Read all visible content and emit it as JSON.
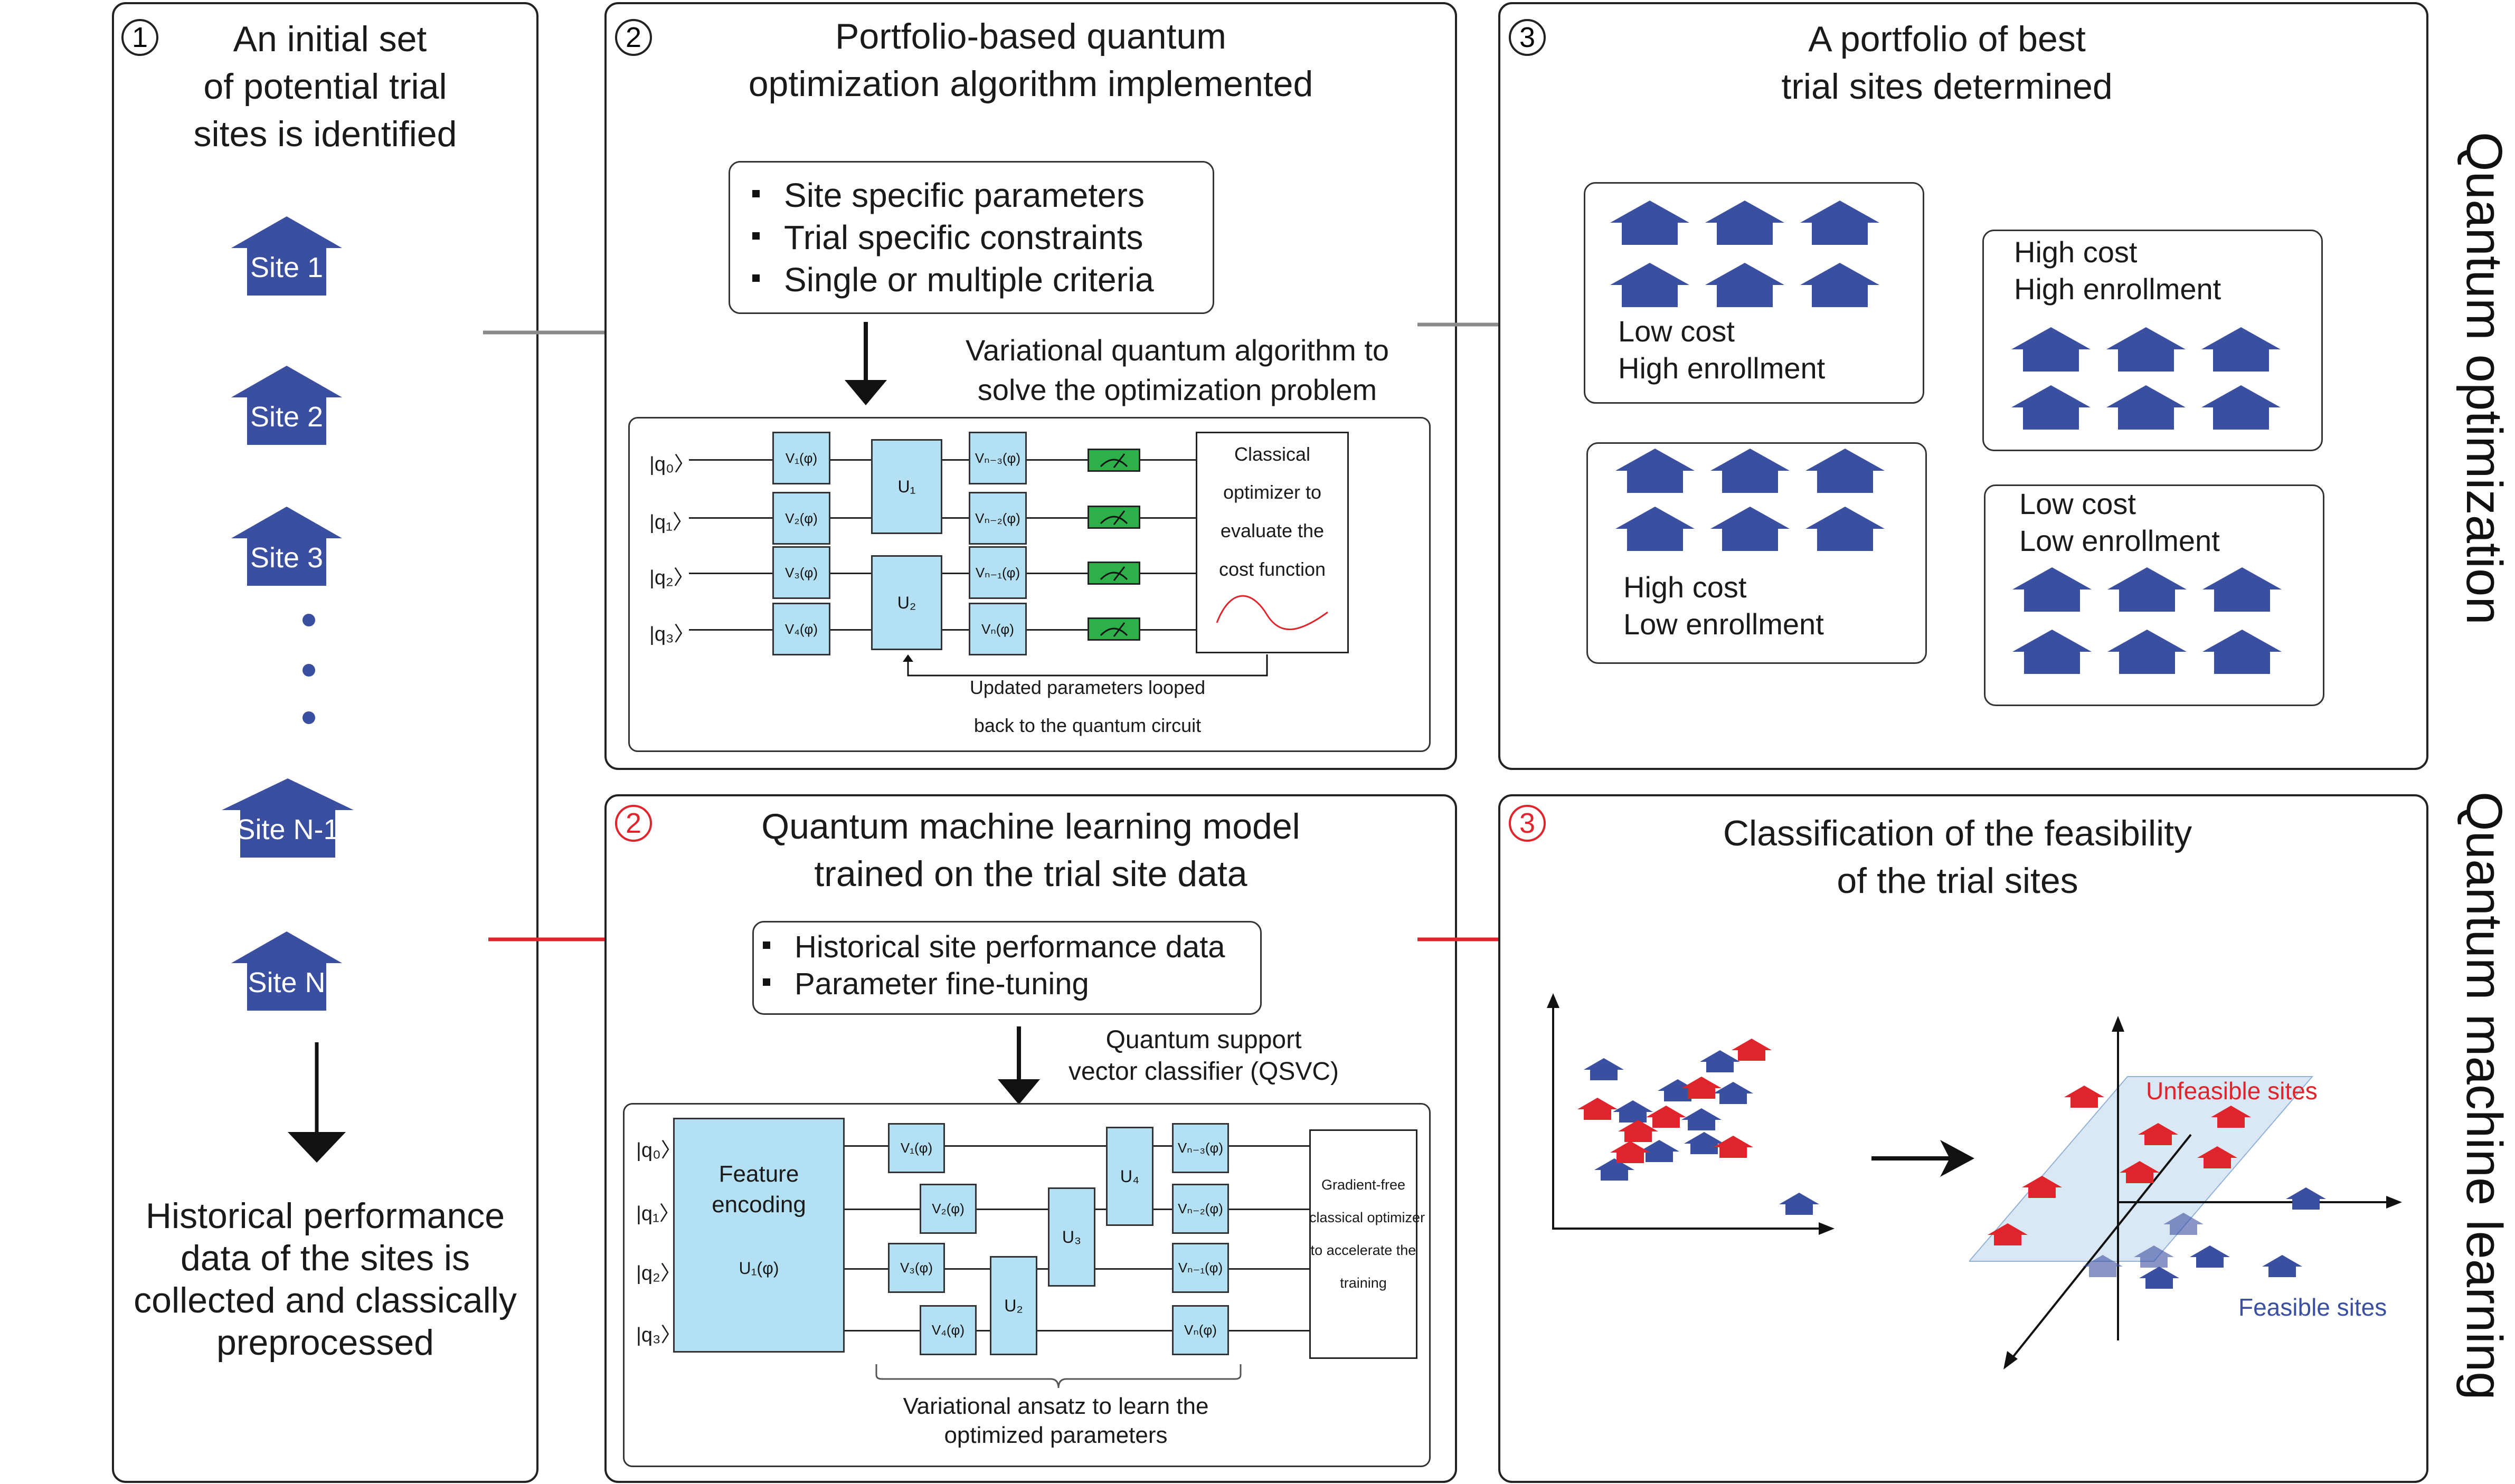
{
  "left_panel": {
    "step": "1",
    "title": [
      "An initial set",
      "of potential trial",
      "sites is identified"
    ],
    "sites": [
      "Site 1",
      "Site 2",
      "Site 3",
      "Site N-1",
      "Site N"
    ],
    "bottom_text": [
      "Historical performance",
      "data of the sites is",
      "collected and classically",
      "preprocessed"
    ]
  },
  "qo_algo": {
    "step": "2",
    "title": [
      "Portfolio-based quantum",
      "optimization algorithm implemented"
    ],
    "bullets": [
      "Site specific parameters",
      "Trial specific constraints",
      "Single or multiple criteria"
    ],
    "caption": [
      "Variational quantum algorithm to",
      "solve the optimization problem"
    ],
    "qubits": [
      "|q₀〉",
      "|q₁〉",
      "|q₂〉",
      "|q₃〉"
    ],
    "v_gates": [
      "V₁(φ)",
      "V₂(φ)",
      "V₃(φ)",
      "V₄(φ)"
    ],
    "u_gates": [
      "U₁",
      "U₂"
    ],
    "vn_gates": [
      "Vₙ₋₃(φ)",
      "Vₙ₋₂(φ)",
      "Vₙ₋₁(φ)",
      "Vₙ(φ)"
    ],
    "optimizer": [
      "Classical",
      "optimizer to",
      "evaluate the",
      "cost function"
    ],
    "loop_text": [
      "Updated parameters looped",
      "back to the quantum circuit"
    ]
  },
  "portfolio": {
    "step": "3",
    "title": [
      "A portfolio of best",
      "trial sites determined"
    ],
    "groups": [
      {
        "line1": "Low cost",
        "line2": "High enrollment"
      },
      {
        "line1": "High cost",
        "line2": "High enrollment"
      },
      {
        "line1": "High cost",
        "line2": "Low enrollment"
      },
      {
        "line1": "Low cost",
        "line2": "Low enrollment"
      }
    ]
  },
  "qml": {
    "step": "2",
    "title": [
      "Quantum machine learning model",
      "trained on the trial site data"
    ],
    "bullets": [
      "Historical site performance data",
      "Parameter fine-tuning"
    ],
    "caption": [
      "Quantum support",
      "vector classifier (QSVC)"
    ],
    "qubits": [
      "|q₀〉",
      "|q₁〉",
      "|q₂〉",
      "|q₃〉"
    ],
    "feature": [
      "Feature",
      "encoding",
      "U₁(φ)"
    ],
    "v_gates": [
      "V₁(φ)",
      "V₂(φ)",
      "V₃(φ)",
      "V₄(φ)"
    ],
    "u_gates": [
      "U₂",
      "U₃",
      "U₄"
    ],
    "vn_gates": [
      "Vₙ₋₃(φ)",
      "Vₙ₋₂(φ)",
      "Vₙ₋₁(φ)",
      "Vₙ(φ)"
    ],
    "optimizer": [
      "Gradient-free",
      "classical optimizer",
      "to accelerate the",
      "training"
    ],
    "ansatz": [
      "Variational ansatz to learn the",
      "optimized parameters"
    ]
  },
  "classification": {
    "step": "3",
    "title": [
      "Classification of the feasibility",
      "of the trial sites"
    ],
    "unfeasible": "Unfeasible sites",
    "feasible": "Feasible sites"
  },
  "side_labels": {
    "top": "Quantum optimization",
    "bottom": "Quantum machine learning"
  },
  "colors": {
    "site_blue": "#3a4fa0",
    "red": "#e0242b",
    "gray_arrow": "#8a8a8a",
    "gate_fill": "#b3e0f2",
    "measure_green": "#2db04a"
  }
}
